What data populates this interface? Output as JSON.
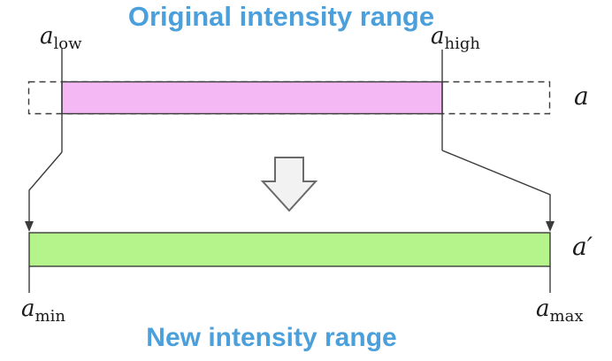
{
  "titles": {
    "top": "Original intensity range",
    "bottom": "New intensity range"
  },
  "labels": {
    "a_low": {
      "base": "a",
      "sub": "low"
    },
    "a_high": {
      "base": "a",
      "sub": "high"
    },
    "a_min": {
      "base": "a",
      "sub": "min"
    },
    "a_max": {
      "base": "a",
      "sub": "max"
    },
    "original_bar": "a",
    "new_bar": "a′"
  },
  "colors": {
    "title_blue": "#4BA0DC",
    "original_fill": "#F4B8F4",
    "new_fill": "#B5F48B",
    "line": "#3b3b3b",
    "arrow_fill": "#F2F2F2",
    "arrow_stroke": "#6a6a6a"
  }
}
